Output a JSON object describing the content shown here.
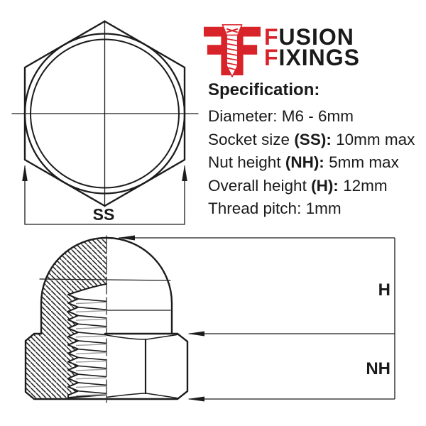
{
  "logo": {
    "icon": "fusion-fixings-double-f-screw-logo",
    "word1_initial": "F",
    "word1_rest": "USION",
    "word2_initial": "F",
    "word2_rest": "IXINGS",
    "accent_color": "#d9232a"
  },
  "spec": {
    "title": "Specification:",
    "lines": [
      {
        "pre": "Diameter: M6 - 6mm",
        "bold": "",
        "post": ""
      },
      {
        "pre": "Socket size ",
        "bold": "(SS):",
        "post": " 10mm max"
      },
      {
        "pre": "Nut height ",
        "bold": "(NH):",
        "post": " 5mm max"
      },
      {
        "pre": "Overall height ",
        "bold": "(H):",
        "post": " 12mm"
      },
      {
        "pre": "Thread pitch: 1mm",
        "bold": "",
        "post": ""
      }
    ]
  },
  "diagram": {
    "top_view": {
      "description": "hex dome nut top view with across-flats dimension",
      "dim_label": "SS"
    },
    "section_view": {
      "description": "half-sectioned side view of M6 dome nut with internal thread",
      "dim_label_overall_height": "H",
      "dim_label_nut_height": "NH"
    }
  },
  "colors": {
    "line": "#1c1c1c",
    "accent_red": "#d9232a",
    "thread_back": "#9a9a9a"
  }
}
